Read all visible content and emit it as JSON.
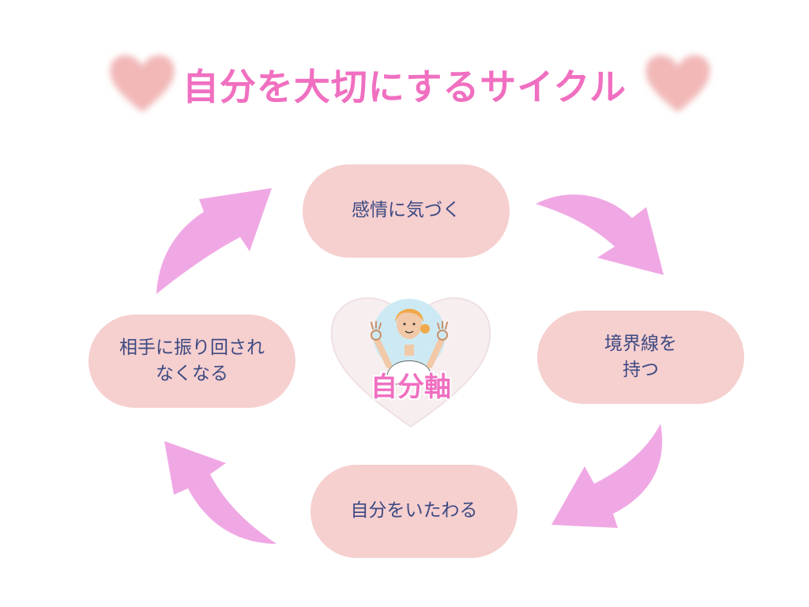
{
  "title": "自分を大切にするサイクル",
  "center": {
    "label": "自分軸",
    "illustration": "woman-ok-gesture"
  },
  "cycle": {
    "nodes": [
      {
        "lines": [
          "感情に気づく"
        ]
      },
      {
        "lines": [
          "境界線を",
          "持つ"
        ]
      },
      {
        "lines": [
          "自分をいたわる"
        ]
      },
      {
        "lines": [
          "相手に振り回され",
          "なくなる"
        ]
      }
    ]
  },
  "colors": {
    "title": "#f06fc0",
    "node_fill": "#f6cfcf",
    "node_text": "#3c4a82",
    "arrow": "#f0a8e4",
    "deco_heart": "#f2b8b8",
    "center_heart": "#f7eeef"
  }
}
